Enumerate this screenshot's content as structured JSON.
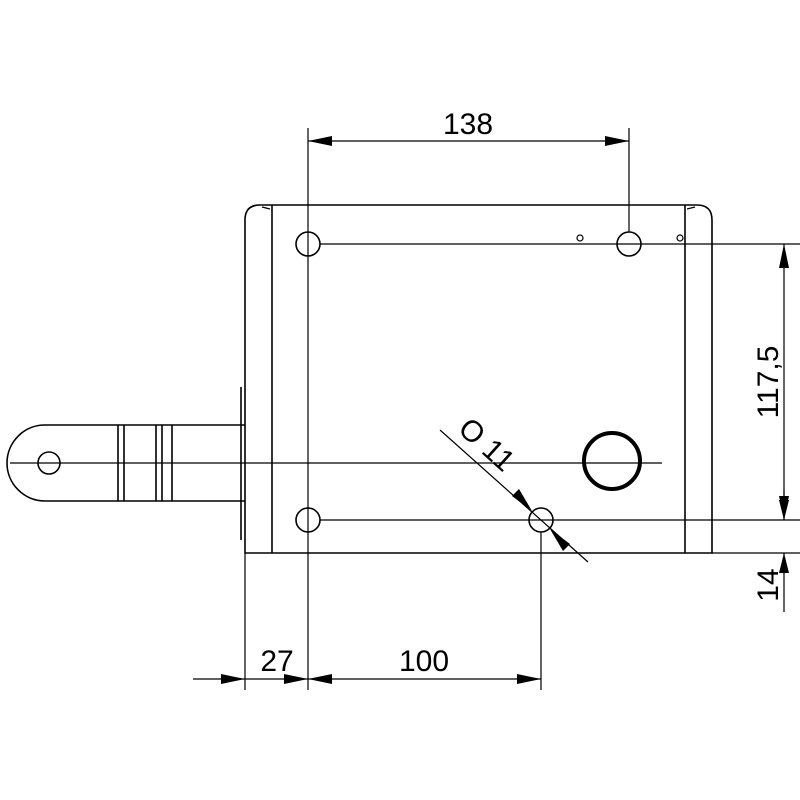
{
  "dimensions": {
    "top_width": "138",
    "left_offset": "27",
    "hole_spacing": "100",
    "vertical_spacing": "117,5",
    "bottom_offset": "14",
    "hole_diameter": "O 11"
  },
  "colors": {
    "line": "#000000",
    "background": "#ffffff"
  }
}
